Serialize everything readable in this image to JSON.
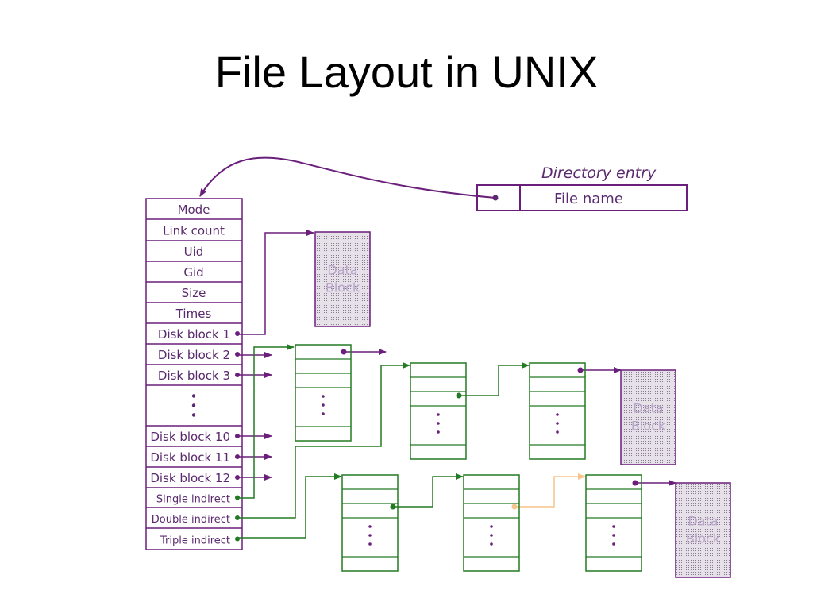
{
  "title": "File Layout in UNIX",
  "colors": {
    "purple": "#6a1f7a",
    "green": "#237a23",
    "orange": "#f7c48c",
    "data_block_fill": "#d9d2dc"
  },
  "directory_entry": {
    "caption": "Directory entry",
    "file_name": "File name"
  },
  "inode_fields": [
    "Mode",
    "Link count",
    "Uid",
    "Gid",
    "Size",
    "Times",
    "Disk block 1",
    "Disk block 2",
    "Disk block 3",
    "•\n•\n•",
    "Disk block 10",
    "Disk block 11",
    "Disk block 12",
    "Single indirect",
    "Double indirect",
    "Triple  indirect"
  ],
  "data_block_label_1": "Data",
  "data_block_label_2": "Block",
  "ellipsis": "•"
}
